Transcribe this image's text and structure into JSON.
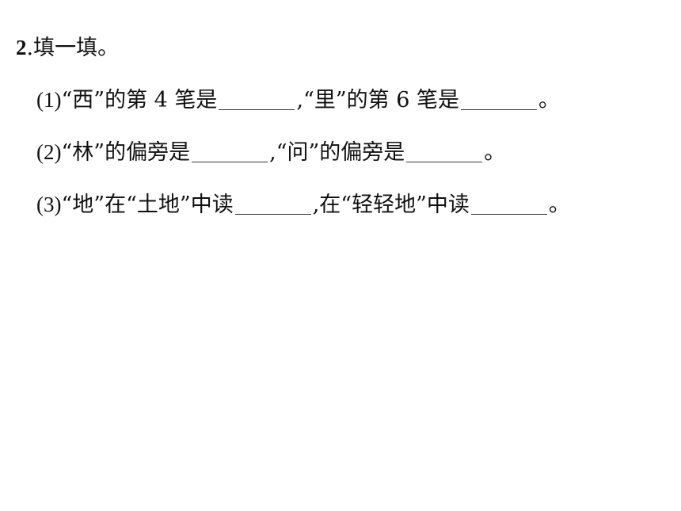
{
  "question": {
    "number": "2",
    "dot": ".",
    "title": "填一填",
    "end_mark": "。"
  },
  "items": [
    {
      "label": "(1)",
      "part_a": "“西”的第 4 笔是",
      "separator": ",",
      "part_b": "“里”的第 6 笔是",
      "end_mark": "。"
    },
    {
      "label": "(2)",
      "part_a": "“林”的偏旁是",
      "separator": ",",
      "part_b": "“问”的偏旁是",
      "end_mark": "。"
    },
    {
      "label": "(3)",
      "part_a": "“地”在“土地”中读",
      "separator": ",",
      "part_b": "在“轻轻地”中读",
      "end_mark": "。"
    }
  ]
}
